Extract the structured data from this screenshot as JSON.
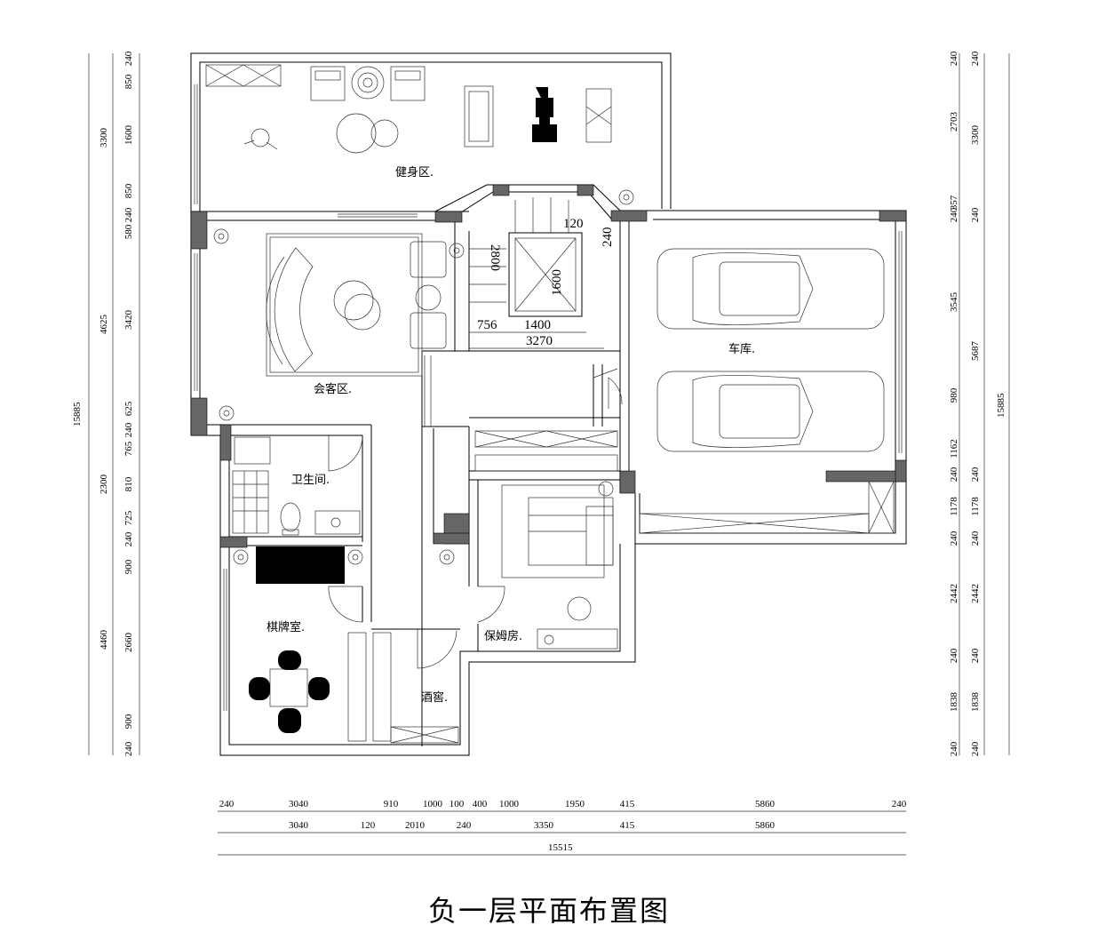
{
  "title": "负一层平面布置图",
  "rooms": {
    "gym": "健身区.",
    "living": "会客区.",
    "bath": "卫生间.",
    "garage": "车库.",
    "chess": "棋牌室.",
    "nanny": "保姆房.",
    "wine": "酒窖."
  },
  "stair_dims": {
    "d120": "120",
    "d240": "240",
    "d2800": "2800",
    "d1600": "1600",
    "d756": "756",
    "d1400": "1400",
    "d3270": "3270"
  },
  "left_dims": {
    "total": "15885",
    "outer": [
      "3300",
      "4625",
      "2300",
      "4460"
    ],
    "inner": [
      "240",
      "850",
      "1600",
      "850",
      "240",
      "580",
      "3420",
      "625",
      "240",
      "765",
      "810",
      "725",
      "240",
      "900",
      "2660",
      "900",
      "240"
    ]
  },
  "right_dims": {
    "total": "15885",
    "outer": [
      "240",
      "3300",
      "240",
      "5687",
      "240",
      "1178",
      "240",
      "2442",
      "240",
      "1838",
      "240"
    ],
    "inner": [
      "240",
      "2703",
      "357",
      "240",
      "3545",
      "980",
      "1162",
      "240",
      "1178",
      "240",
      "2442",
      "240",
      "1838",
      "240"
    ]
  },
  "bottom_dims": {
    "row1": [
      "240",
      "3040",
      "910",
      "1000",
      "100",
      "400",
      "1000",
      "1950",
      "415",
      "5860",
      "240"
    ],
    "row2": [
      "3040",
      "120",
      "2010",
      "240",
      "3350",
      "415",
      "5860"
    ],
    "total": "15515"
  }
}
